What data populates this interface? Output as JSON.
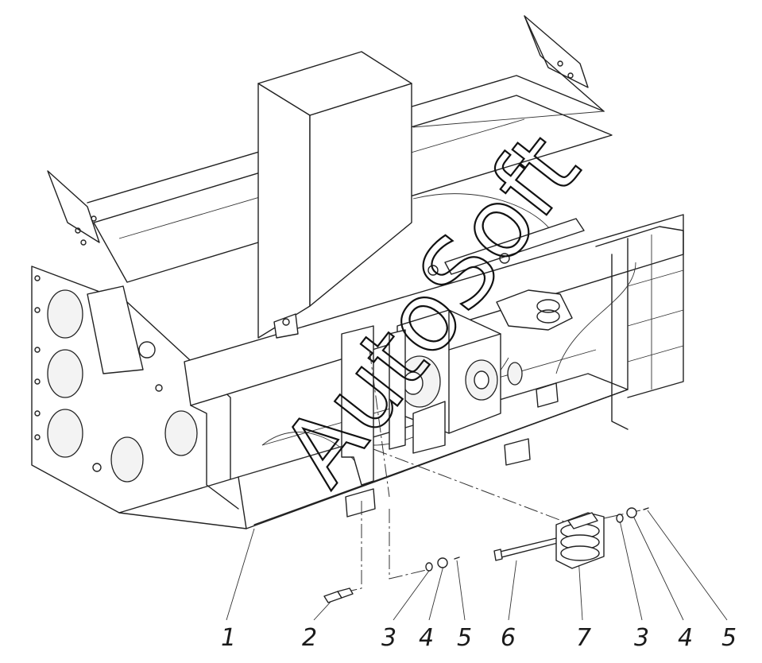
{
  "diagram": {
    "watermark": "AutoSoft",
    "callouts": [
      {
        "id": "c1",
        "label": "1"
      },
      {
        "id": "c2",
        "label": "2"
      },
      {
        "id": "c3a",
        "label": "3"
      },
      {
        "id": "c4a",
        "label": "4"
      },
      {
        "id": "c5a",
        "label": "5"
      },
      {
        "id": "c6",
        "label": "6"
      },
      {
        "id": "c7",
        "label": "7"
      },
      {
        "id": "c3b",
        "label": "3"
      },
      {
        "id": "c4b",
        "label": "4"
      },
      {
        "id": "c5b",
        "label": "5"
      }
    ]
  }
}
